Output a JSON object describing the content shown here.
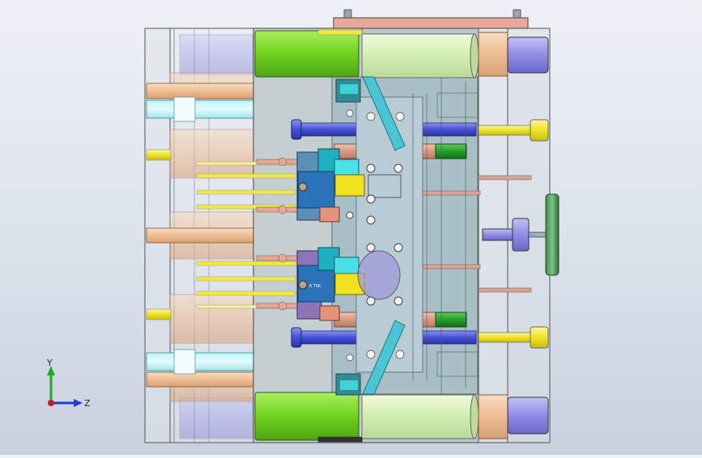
{
  "viewport": {
    "background_top": "#eef1f6",
    "background_bottom": "#c9d1de"
  },
  "triad": {
    "y_label": "Y",
    "z_label": "Z",
    "y_color": "#1faa2a",
    "z_color": "#1f3fd6",
    "x_color": "#d11a1a"
  },
  "part_text": {
    "lower_block_stamp": "6 TSK"
  },
  "colors": {
    "green_rod": "#7ddc2a",
    "pale_green": "#d5eeb6",
    "peach": "#f3caa6",
    "lavender": "#9b99ee",
    "yellow": "#f2ea3a",
    "blue_rod": "#4a56d9",
    "teal": "#22a7b7",
    "cyan": "#46e0e8",
    "salmon": "#ec9a84",
    "plate": "#c7d2d8"
  }
}
